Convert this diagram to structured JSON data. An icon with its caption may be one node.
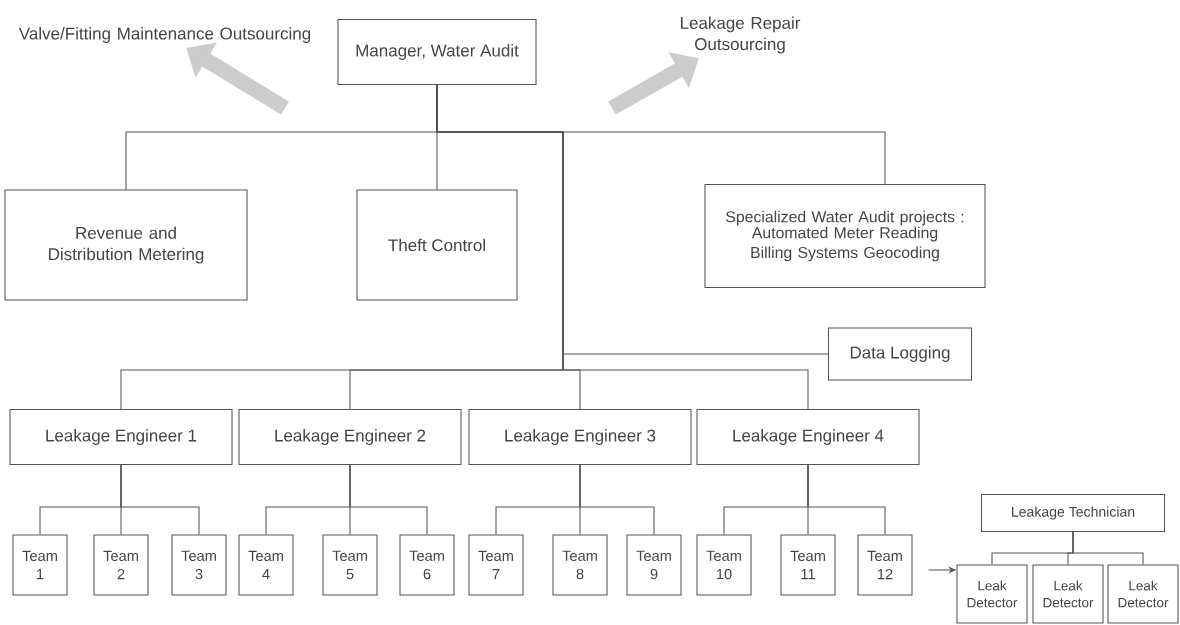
{
  "diagram": {
    "nodes": [
      {
        "text": [
          "Manager, Water Audit"
        ]
      },
      {
        "text": [
          "Valve/Fitting Maintenance Outsourcing"
        ]
      },
      {
        "text": [
          "Leakage Repair Outsourcing"
        ]
      },
      {
        "text": [
          "Revenue and Distribution Metering"
        ]
      },
      {
        "text": [
          "Theft Control"
        ]
      },
      {
        "text": [
          "Specialized Water Audit projects :",
          "Automated Meter Reading Billing Systems Geocoding"
        ]
      },
      {
        "text": [
          "Data Logging"
        ]
      },
      {
        "text": [
          "Leakage Engineer 1"
        ]
      },
      {
        "text": [
          "Leakage Engineer 2"
        ]
      },
      {
        "text": [
          "Leakage Engineer 3"
        ]
      },
      {
        "text": [
          "Leakage Engineer 4"
        ]
      },
      {
        "text": [
          "Team 1"
        ]
      },
      {
        "text": [
          "Team 2"
        ]
      },
      {
        "text": [
          "Team 3"
        ]
      },
      {
        "text": [
          "Team 4"
        ]
      },
      {
        "text": [
          "Team 5"
        ]
      },
      {
        "text": [
          "Team 6"
        ]
      },
      {
        "text": [
          "Team 7"
        ]
      },
      {
        "text": [
          "Team 8"
        ]
      },
      {
        "text": [
          "Team 9"
        ]
      },
      {
        "text": [
          "Team 10"
        ]
      },
      {
        "text": [
          "Team 11"
        ]
      },
      {
        "text": [
          "Team 12"
        ]
      },
      {
        "text": [
          "Leakage Technician"
        ]
      },
      {
        "text": [
          "Leak Detector"
        ]
      },
      {
        "text": [
          "Leak Detector"
        ]
      },
      {
        "text": [
          "Leak Detector"
        ]
      }
    ],
    "edges": [
      {
        "from": null,
        "to": 1,
        "arrow": "to",
        "style": "thick",
        "color": "#cccccc"
      },
      {
        "from": null,
        "to": 2,
        "arrow": "to",
        "style": "thick",
        "color": "#cccccc"
      },
      {
        "from": 0,
        "to": 3,
        "arrow": "none"
      },
      {
        "from": 0,
        "to": 4,
        "arrow": "none"
      },
      {
        "from": 0,
        "to": 5,
        "arrow": "none"
      },
      {
        "from": 0,
        "to": 6,
        "arrow": "none"
      },
      {
        "from": 0,
        "to": 7,
        "arrow": "none"
      },
      {
        "from": 0,
        "to": 8,
        "arrow": "none"
      },
      {
        "from": 0,
        "to": 9,
        "arrow": "none"
      },
      {
        "from": 0,
        "to": 10,
        "arrow": "none"
      },
      {
        "from": 7,
        "to": 11,
        "arrow": "none"
      },
      {
        "from": 7,
        "to": 12,
        "arrow": "none"
      },
      {
        "from": 7,
        "to": 13,
        "arrow": "none"
      },
      {
        "from": 8,
        "to": 14,
        "arrow": "none"
      },
      {
        "from": 8,
        "to": 15,
        "arrow": "none"
      },
      {
        "from": 8,
        "to": 16,
        "arrow": "none"
      },
      {
        "from": 9,
        "to": 17,
        "arrow": "none"
      },
      {
        "from": 9,
        "to": 18,
        "arrow": "none"
      },
      {
        "from": 9,
        "to": 19,
        "arrow": "none"
      },
      {
        "from": 10,
        "to": 20,
        "arrow": "none"
      },
      {
        "from": 10,
        "to": 21,
        "arrow": "none"
      },
      {
        "from": 10,
        "to": 22,
        "arrow": "none"
      },
      {
        "from": 23,
        "to": 24,
        "arrow": "none"
      },
      {
        "from": 23,
        "to": 25,
        "arrow": "none"
      },
      {
        "from": 23,
        "to": 26,
        "arrow": "none"
      },
      {
        "from": 22,
        "to": 24,
        "arrow": "to"
      }
    ]
  }
}
